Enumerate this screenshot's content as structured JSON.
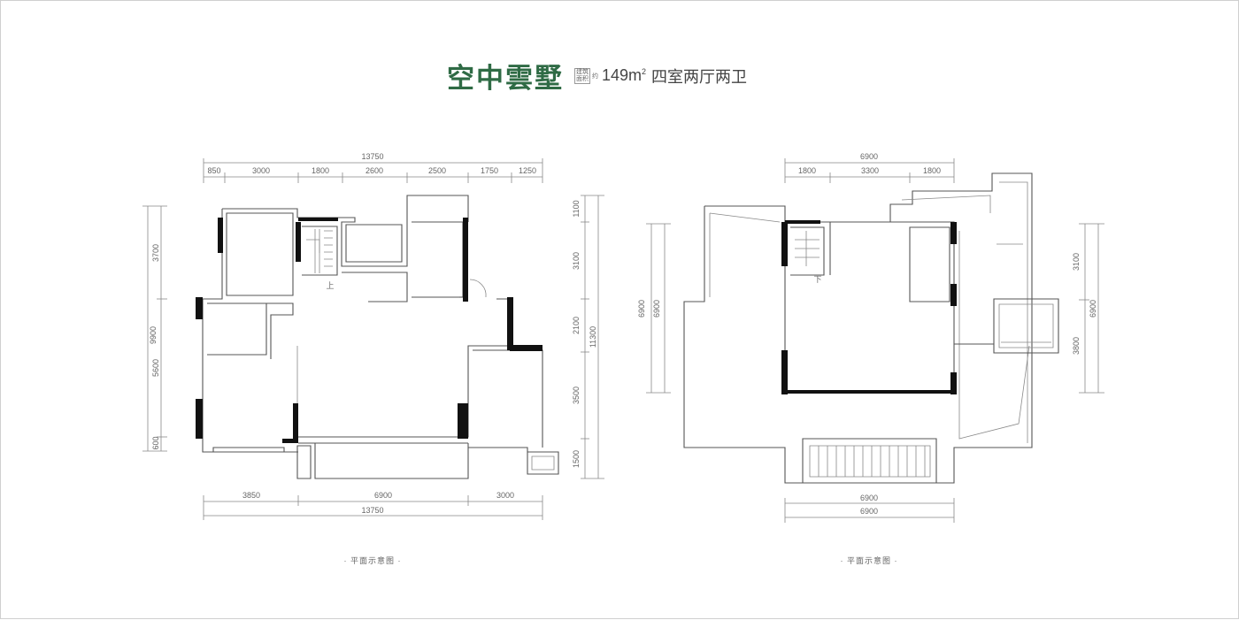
{
  "header": {
    "title": "空中雲墅",
    "area_label_1": "建筑",
    "area_label_2": "面积",
    "approx": "约",
    "area_value": "149m",
    "area_sup": "2",
    "room_layout": "四室两厅两卫"
  },
  "plan_left": {
    "caption": "· 平面示意图 ·",
    "stair_label": "上",
    "top_total": "13750",
    "top_segments": [
      "850",
      "3000",
      "1800",
      "2600",
      "2500",
      "1750",
      "1250"
    ],
    "bottom_segments": [
      "3850",
      "6900",
      "3000"
    ],
    "bottom_total": "13750",
    "left_outer": "9900",
    "left_inner": [
      "3700",
      "5600",
      "600"
    ],
    "right_segments": [
      "1100",
      "3100",
      "2100",
      "3500",
      "1500"
    ],
    "right_total": "11300"
  },
  "plan_right": {
    "caption": "· 平面示意图 ·",
    "stair_label": "下",
    "top_total": "6900",
    "top_segments": [
      "1800",
      "3300",
      "1800"
    ],
    "bottom_1": "6900",
    "bottom_2": "6900",
    "left_outer": "6900",
    "left_inner": "6900",
    "right_segments": [
      "3100",
      "3800"
    ],
    "right_total": "6900"
  }
}
